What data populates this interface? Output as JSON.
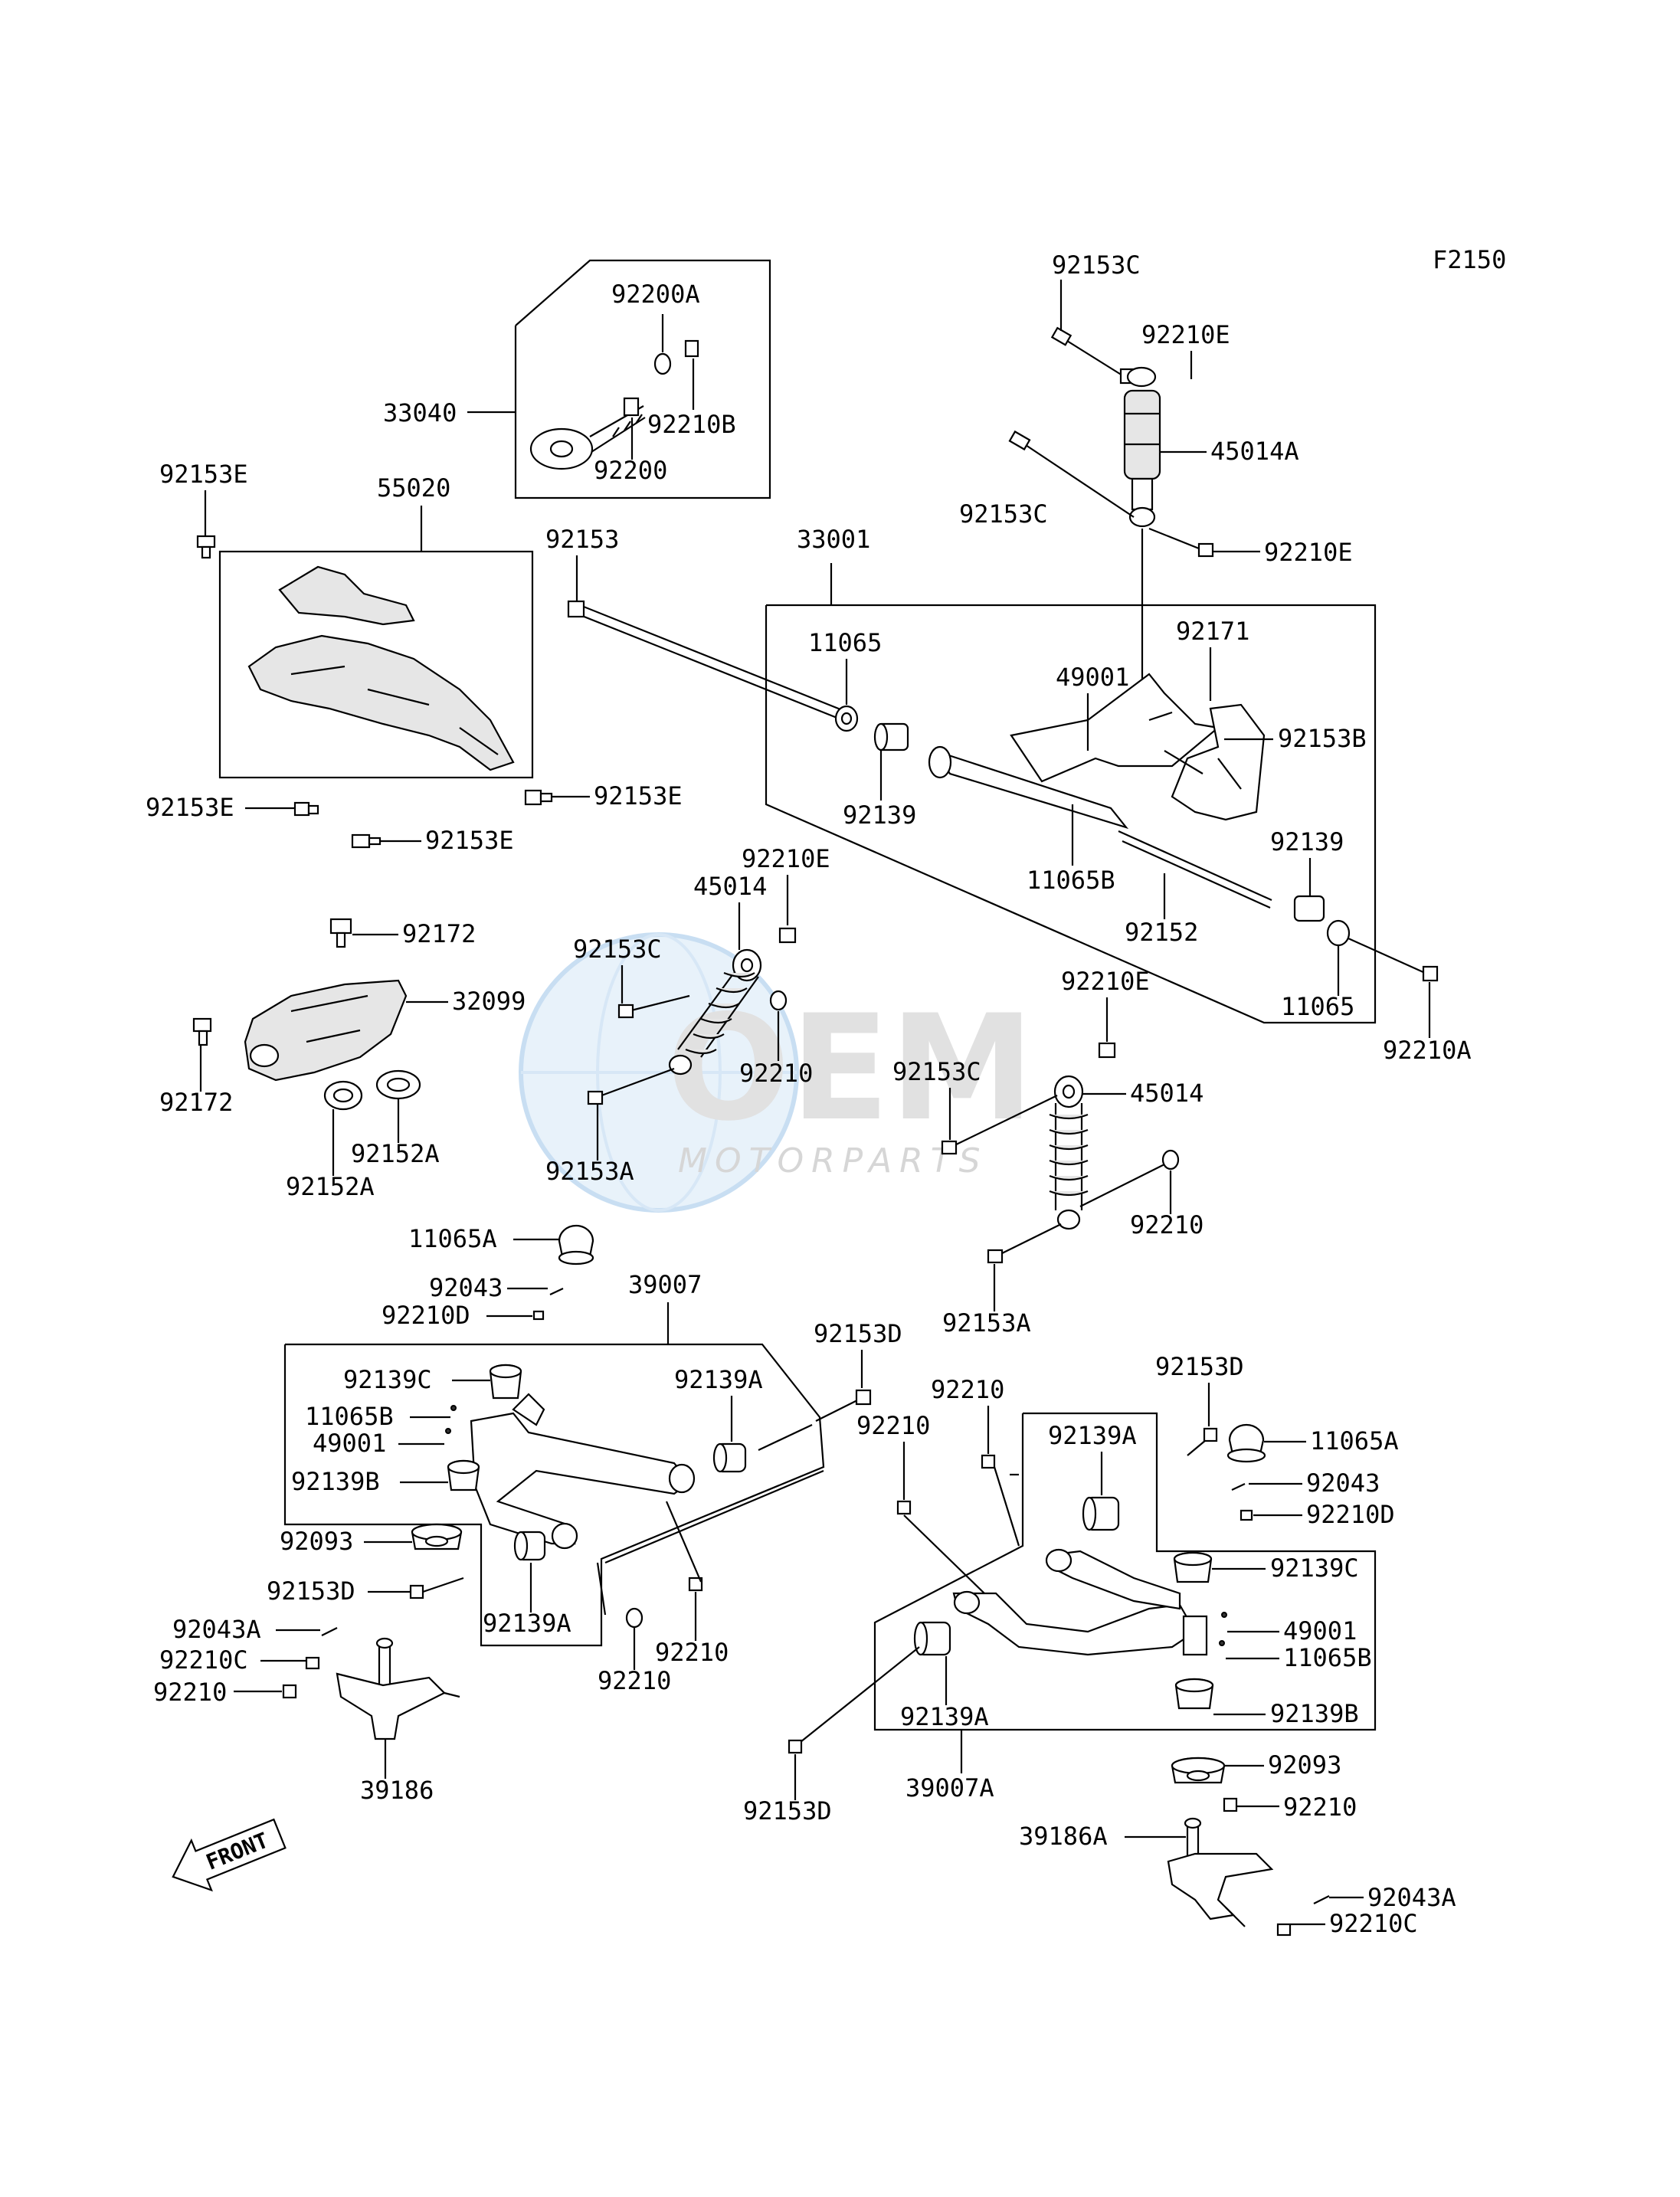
{
  "diagram_code": "F2150",
  "front_label": "FRONT",
  "watermark": {
    "brand": "OEM",
    "sub": "MOTORPARTS"
  },
  "part_numbers": {
    "p92153C_top": "92153C",
    "p92210E_top": "92210E",
    "p45014A": "45014A",
    "p92153C_mid": "92153C",
    "p92210E_mid": "92210E",
    "p92200A": "92200A",
    "p33040": "33040",
    "p92210B": "92210B",
    "p92200": "92200",
    "p92153E_a": "92153E",
    "p55020": "55020",
    "p92153E_b": "92153E",
    "p92153E_c": "92153E",
    "p92153E_d": "92153E",
    "p92153": "92153",
    "p33001": "33001",
    "p11065_a": "11065",
    "p92171": "92171",
    "p49001_a": "49001",
    "p92153B": "92153B",
    "p92139_a": "92139",
    "p11065B_a": "11065B",
    "p92139_b": "92139",
    "p92152": "92152",
    "p11065_b": "11065",
    "p92210A": "92210A",
    "p92210E_c": "92210E",
    "p45014_a": "45014",
    "p92172_a": "92172",
    "p32099": "32099",
    "p92153C_c": "92153C",
    "p92210_a": "92210",
    "p92172_b": "92172",
    "p92152A_a": "92152A",
    "p92152A_b": "92152A",
    "p92153A_a": "92153A",
    "p92210E_d": "92210E",
    "p92153C_d": "92153C",
    "p45014_b": "45014",
    "p92210_b": "92210",
    "p92153A_b": "92153A",
    "p11065A_a": "11065A",
    "p92043_a": "92043",
    "p92210D_a": "92210D",
    "p39007": "39007",
    "p92153D_a": "92153D",
    "p92139C_a": "92139C",
    "p11065B_b": "11065B",
    "p49001_b": "49001",
    "p92139A_a": "92139A",
    "p92139B_a": "92139B",
    "p92093_a": "92093",
    "p92153D_b": "92153D",
    "p92139A_b": "92139A",
    "p92043A_a": "92043A",
    "p92210C_a": "92210C",
    "p92210_c": "92210",
    "p92210_d": "92210",
    "p92210_e": "92210",
    "p39186": "39186",
    "p92210_f": "92210",
    "p92210_g": "92210",
    "p92153D_c": "92153D",
    "p11065A_b": "11065A",
    "p92139A_c": "92139A",
    "p92043_b": "92043",
    "p92210D_b": "92210D",
    "p92139C_b": "92139C",
    "p49001_c": "49001",
    "p11065B_c": "11065B",
    "p92139A_d": "92139A",
    "p92139B_b": "92139B",
    "p92153D_d": "92153D",
    "p39007A": "39007A",
    "p92093_b": "92093",
    "p92210_h": "92210",
    "p39186A": "39186A",
    "p92043A_b": "92043A",
    "p92210C_b": "92210C"
  }
}
